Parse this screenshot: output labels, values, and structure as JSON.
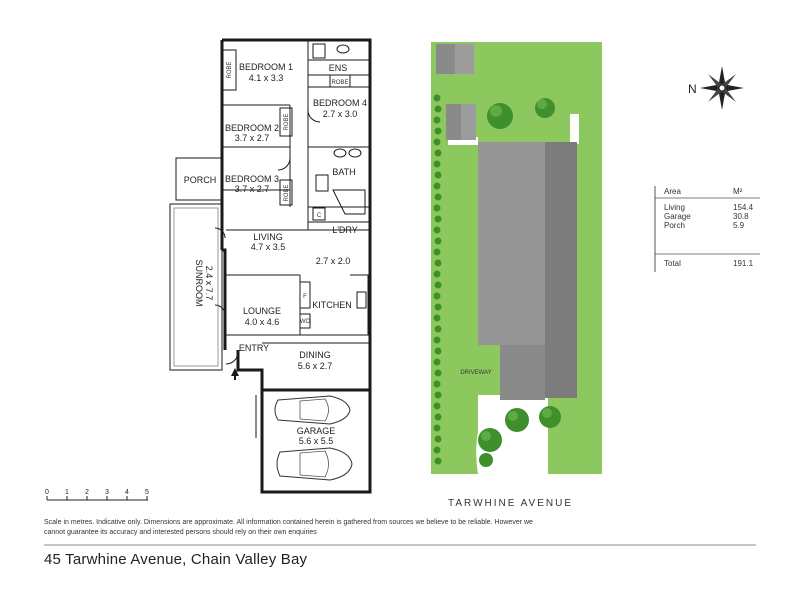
{
  "rooms": {
    "bedroom1": {
      "name": "BEDROOM 1",
      "dims": "4.1 x 3.3"
    },
    "ens": {
      "name": "ENS"
    },
    "bedroom4": {
      "name": "BEDROOM 4",
      "dims": "2.7 x 3.0"
    },
    "bedroom2": {
      "name": "BEDROOM 2",
      "dims": "3.7 x 2.7"
    },
    "bedroom3": {
      "name": "BEDROOM 3",
      "dims": "3.7 x 2.7"
    },
    "porch": {
      "name": "PORCH"
    },
    "bath": {
      "name": "BATH"
    },
    "ldry": {
      "name": "L'DRY"
    },
    "living": {
      "name": "LIVING",
      "dims": "4.7 x 3.5"
    },
    "meals": {
      "dims": "2.7 x 2.0"
    },
    "sunroom": {
      "name": "SUNROOM",
      "dims": "2.4 x 7.7"
    },
    "lounge": {
      "name": "LOUNGE",
      "dims": "4.0 x 4.6"
    },
    "kitchen": {
      "name": "KITCHEN"
    },
    "entry": {
      "name": "ENTRY"
    },
    "dining": {
      "name": "DINING",
      "dims": "5.6 x 2.7"
    },
    "garage": {
      "name": "GARAGE",
      "dims": "5.6 x 5.5"
    }
  },
  "fixtures": {
    "robe": "ROBE",
    "c": "C",
    "f": "F",
    "wo": "WO"
  },
  "site": {
    "driveway": "DRIVEWAY",
    "street": "TARWHINE AVENUE",
    "north": "N"
  },
  "area_table": {
    "header": {
      "label": "Area",
      "unit": "M²"
    },
    "rows": [
      {
        "label": "Living",
        "value": "154.4"
      },
      {
        "label": "Garage",
        "value": "30.8"
      },
      {
        "label": "Porch",
        "value": "5.9"
      }
    ],
    "total": {
      "label": "Total",
      "value": "191.1"
    }
  },
  "scale": {
    "ticks": [
      "0",
      "1",
      "2",
      "3",
      "4",
      "5"
    ]
  },
  "disclaimer": "Scale in metres. Indicative only. Dimensions are approximate. All information contained herein is gathered from sources we believe to be reliable. However we cannot guarantee its accuracy and interested persons should rely on their own enquiries",
  "address": "45 Tarwhine Avenue, Chain Valley Bay",
  "colors": {
    "lawn": "#8dc85e",
    "roof_dark": "#7c7c7c",
    "roof_light": "#959595",
    "tree": "#3f8f2c",
    "wall": "#1a1a1a"
  }
}
